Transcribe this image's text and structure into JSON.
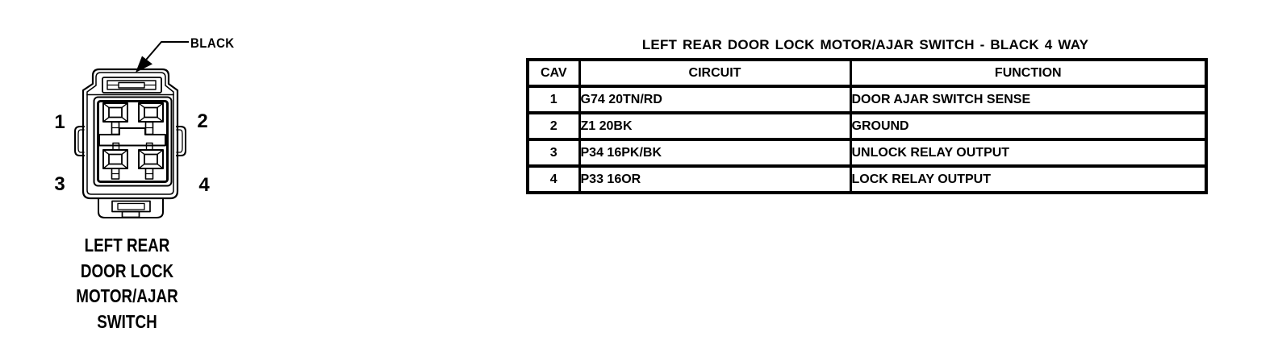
{
  "colors": {
    "ink": "#000000",
    "paper": "#ffffff"
  },
  "connector": {
    "color_label": "BLACK",
    "pins": [
      "1",
      "2",
      "3",
      "4"
    ],
    "caption_lines": [
      "LEFT REAR",
      "DOOR LOCK",
      "MOTOR/AJAR",
      "SWITCH"
    ]
  },
  "table": {
    "title": "LEFT REAR DOOR LOCK MOTOR/AJAR SWITCH - BLACK 4 WAY",
    "headers": [
      "CAV",
      "CIRCUIT",
      "FUNCTION"
    ],
    "rows": [
      {
        "cav": "1",
        "circuit": "G74 20TN/RD",
        "function": "DOOR AJAR SWITCH SENSE"
      },
      {
        "cav": "2",
        "circuit": "Z1 20BK",
        "function": "GROUND"
      },
      {
        "cav": "3",
        "circuit": "P34 16PK/BK",
        "function": "UNLOCK RELAY OUTPUT"
      },
      {
        "cav": "4",
        "circuit": "P33 16OR",
        "function": "LOCK RELAY OUTPUT"
      }
    ]
  }
}
